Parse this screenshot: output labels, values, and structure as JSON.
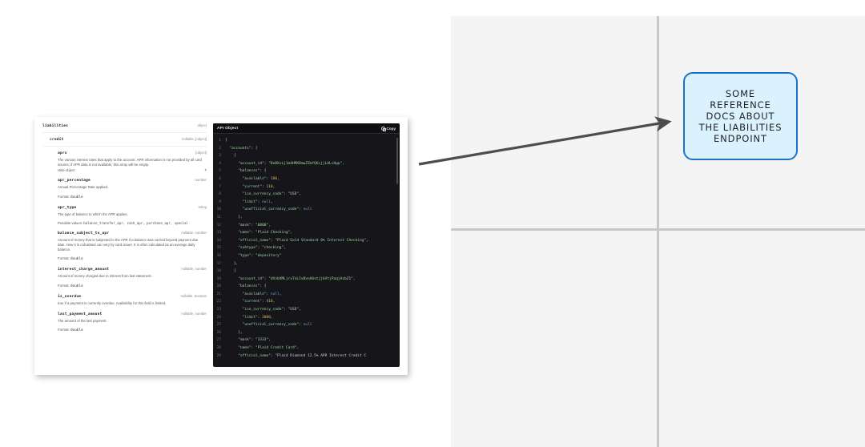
{
  "canvas": {
    "background_color": "#f4f4f4",
    "grid_color": "#c8c8c8"
  },
  "callout": {
    "text": "SOME\nREFERENCE\nDOCS ABOUT\nTHE LIABILITIES\nENDPOINT",
    "fill_color": "#d9f2fd",
    "border_color": "#1a73c8"
  },
  "arrow": {
    "color": "#4d4d4d",
    "direction": "right"
  },
  "docs": {
    "schema": {
      "root": {
        "name": "liabilities",
        "type": "object"
      },
      "credit": {
        "name": "credit",
        "type": "nullable, [object]"
      },
      "aprs": {
        "name": "aprs",
        "type": "[object]",
        "description": "The various interest rates that apply to the account. APR information is not provided by all card issuers; if APR data is not available, this array will be empty.",
        "toggle_label": "Hide object"
      },
      "fields": [
        {
          "name": "apr_percentage",
          "type": "number",
          "description": "Annual Percentage Rate applied.",
          "format_label": "Format:",
          "format_value": "double"
        },
        {
          "name": "apr_type",
          "type": "string",
          "description": "The type of balance to which the APR applies.",
          "possible_label": "Possible values:",
          "possible_values": "balance_transfer_apr, cash_apr, purchase_apr, special"
        },
        {
          "name": "balance_subject_to_apr",
          "type": "nullable, number",
          "description": "Amount of money that is subjected to the APR if a balance was carried beyond payment due date. How it is calculated can vary by card issuer. It is often calculated as an average daily balance.",
          "format_label": "Format:",
          "format_value": "double"
        },
        {
          "name": "interest_charge_amount",
          "type": "nullable, number",
          "description": "Amount of money charged due to interest from last statement.",
          "format_label": "Format:",
          "format_value": "double"
        },
        {
          "name": "is_overdue",
          "type": "nullable, boolean",
          "description": "true if a payment is currently overdue. Availability for this field is limited."
        },
        {
          "name": "last_payment_amount",
          "type": "nullable, number",
          "description": "The amount of the last payment.",
          "format_label": "Format:",
          "format_value": "double"
        }
      ]
    },
    "code_panel": {
      "title": "API Object",
      "copy_label": "Copy",
      "lines": [
        {
          "no": "1",
          "text": "{"
        },
        {
          "no": "2",
          "text": "  \"accounts\": ["
        },
        {
          "no": "3",
          "text": "    {"
        },
        {
          "no": "4",
          "text": "      \"account_id\": \"BxBXxLj1m4HMXBmwZZmYQUcjjLALcHpp\","
        },
        {
          "no": "5",
          "text": "      \"balances\": {"
        },
        {
          "no": "6",
          "text": "        \"available\": 100,"
        },
        {
          "no": "7",
          "text": "        \"current\": 110,"
        },
        {
          "no": "8",
          "text": "        \"iso_currency_code\": \"USD\","
        },
        {
          "no": "9",
          "text": "        \"limit\": null,"
        },
        {
          "no": "10",
          "text": "        \"unofficial_currency_code\": null"
        },
        {
          "no": "11",
          "text": "      },"
        },
        {
          "no": "12",
          "text": "      \"mask\": \"0000\","
        },
        {
          "no": "13",
          "text": "      \"name\": \"Plaid Checking\","
        },
        {
          "no": "14",
          "text": "      \"official_name\": \"Plaid Gold Standard 0% Interest Checking\","
        },
        {
          "no": "15",
          "text": "      \"subtype\": \"checking\","
        },
        {
          "no": "16",
          "text": "      \"type\": \"depository\""
        },
        {
          "no": "17",
          "text": "    },"
        },
        {
          "no": "18",
          "text": "    {"
        },
        {
          "no": "19",
          "text": "      \"account_id\": \"dVzbVMLjrxTnLIvBvnA6stjjbVtjPaqjAzbZ1\","
        },
        {
          "no": "20",
          "text": "      \"balances\": {"
        },
        {
          "no": "21",
          "text": "        \"available\": null,"
        },
        {
          "no": "22",
          "text": "        \"current\": 410,"
        },
        {
          "no": "23",
          "text": "        \"iso_currency_code\": \"USD\","
        },
        {
          "no": "24",
          "text": "        \"limit\": 2000,"
        },
        {
          "no": "25",
          "text": "        \"unofficial_currency_code\": null"
        },
        {
          "no": "26",
          "text": "      },"
        },
        {
          "no": "27",
          "text": "      \"mask\": \"3333\","
        },
        {
          "no": "28",
          "text": "      \"name\": \"Plaid Credit Card\","
        },
        {
          "no": "29",
          "text": "      \"official_name\": \"Plaid Diamond 12.5% APR Interest Credit C"
        }
      ]
    }
  }
}
